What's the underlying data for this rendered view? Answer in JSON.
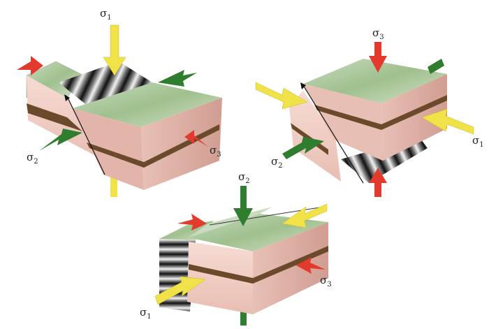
{
  "diagrams": [
    {
      "fault": "normal",
      "labels": [
        {
          "sym": "σ",
          "sub": "1"
        },
        {
          "sym": "σ",
          "sub": "2"
        },
        {
          "sym": "σ",
          "sub": "3"
        }
      ]
    },
    {
      "fault": "reverse",
      "labels": [
        {
          "sym": "σ",
          "sub": "3"
        },
        {
          "sym": "σ",
          "sub": "1"
        },
        {
          "sym": "σ",
          "sub": "2"
        }
      ]
    },
    {
      "fault": "strike-slip",
      "labels": [
        {
          "sym": "σ",
          "sub": "2"
        },
        {
          "sym": "σ",
          "sub": "3"
        },
        {
          "sym": "σ",
          "sub": "1"
        }
      ]
    }
  ],
  "colors": {
    "sigma1": "#f2e24a",
    "sigma2": "#2f7d2f",
    "sigma3": "#e23b2e",
    "soil": "#f1cfc6",
    "soil_dark": "#d9aaa0",
    "layer": "#6b4a2b",
    "grass": "#a8c79a"
  }
}
